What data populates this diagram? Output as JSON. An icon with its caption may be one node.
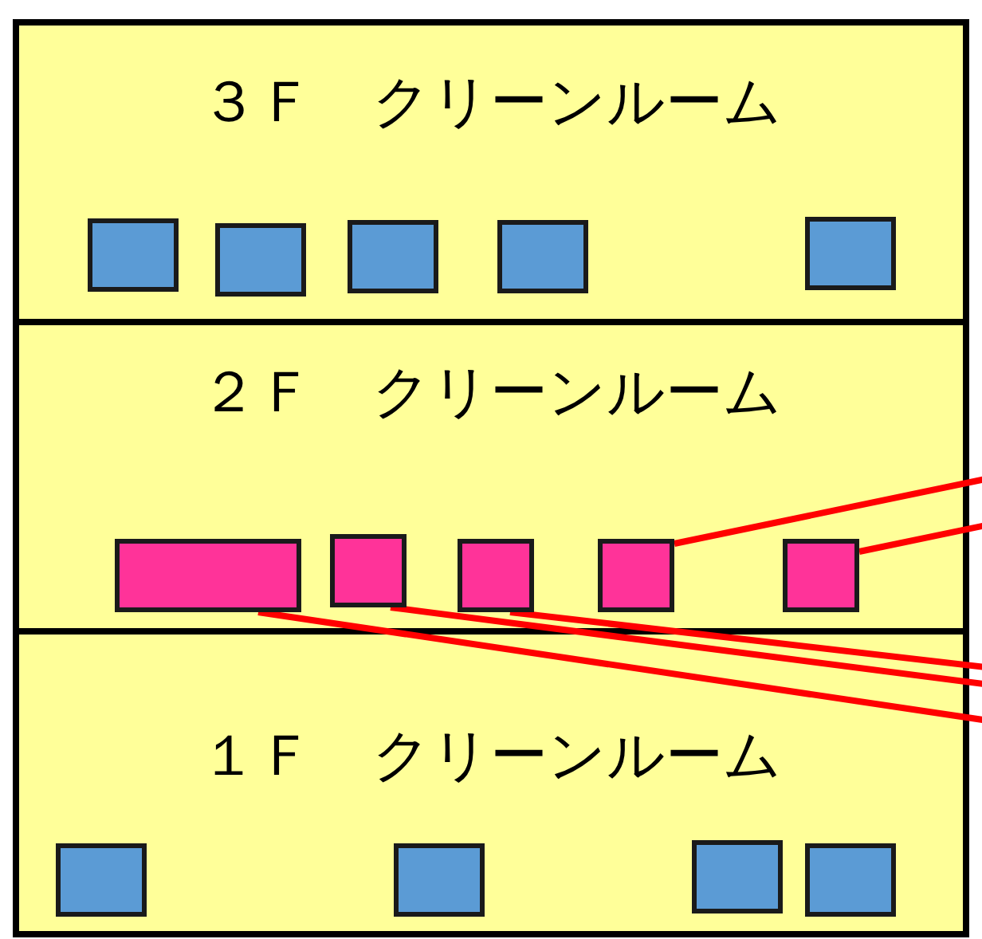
{
  "diagram": {
    "nodes": [
      {
        "text": [
          "３Ｆ　クリーンルーム"
        ]
      },
      {
        "text": [],
        "shape": "box",
        "in": 0
      },
      {
        "text": [],
        "shape": "box",
        "in": 0
      },
      {
        "text": [],
        "shape": "box",
        "in": 0
      },
      {
        "text": [],
        "shape": "box",
        "in": 0
      },
      {
        "text": [],
        "shape": "box",
        "in": 0
      },
      {
        "text": [
          "２Ｆ　クリーンルーム"
        ]
      },
      {
        "text": [],
        "shape": "box",
        "in": 6
      },
      {
        "text": [],
        "shape": "box",
        "in": 6
      },
      {
        "text": [],
        "shape": "box",
        "in": 6
      },
      {
        "text": [],
        "shape": "box",
        "in": 6
      },
      {
        "text": [],
        "shape": "box",
        "in": 6
      },
      {
        "text": [
          "１Ｆ　クリーンルーム"
        ]
      },
      {
        "text": [],
        "shape": "box",
        "in": 12
      },
      {
        "text": [],
        "shape": "box",
        "in": 12
      },
      {
        "text": [],
        "shape": "box",
        "in": 12
      },
      {
        "text": [],
        "shape": "box",
        "in": 12
      }
    ],
    "edges": [
      {
        "from": 10,
        "to": null,
        "arrow": "none"
      },
      {
        "from": 11,
        "to": null,
        "arrow": "none"
      },
      {
        "from": 9,
        "to": null,
        "arrow": "none"
      },
      {
        "from": 8,
        "to": null,
        "arrow": "none"
      },
      {
        "from": 7,
        "to": null,
        "arrow": "none"
      }
    ]
  }
}
